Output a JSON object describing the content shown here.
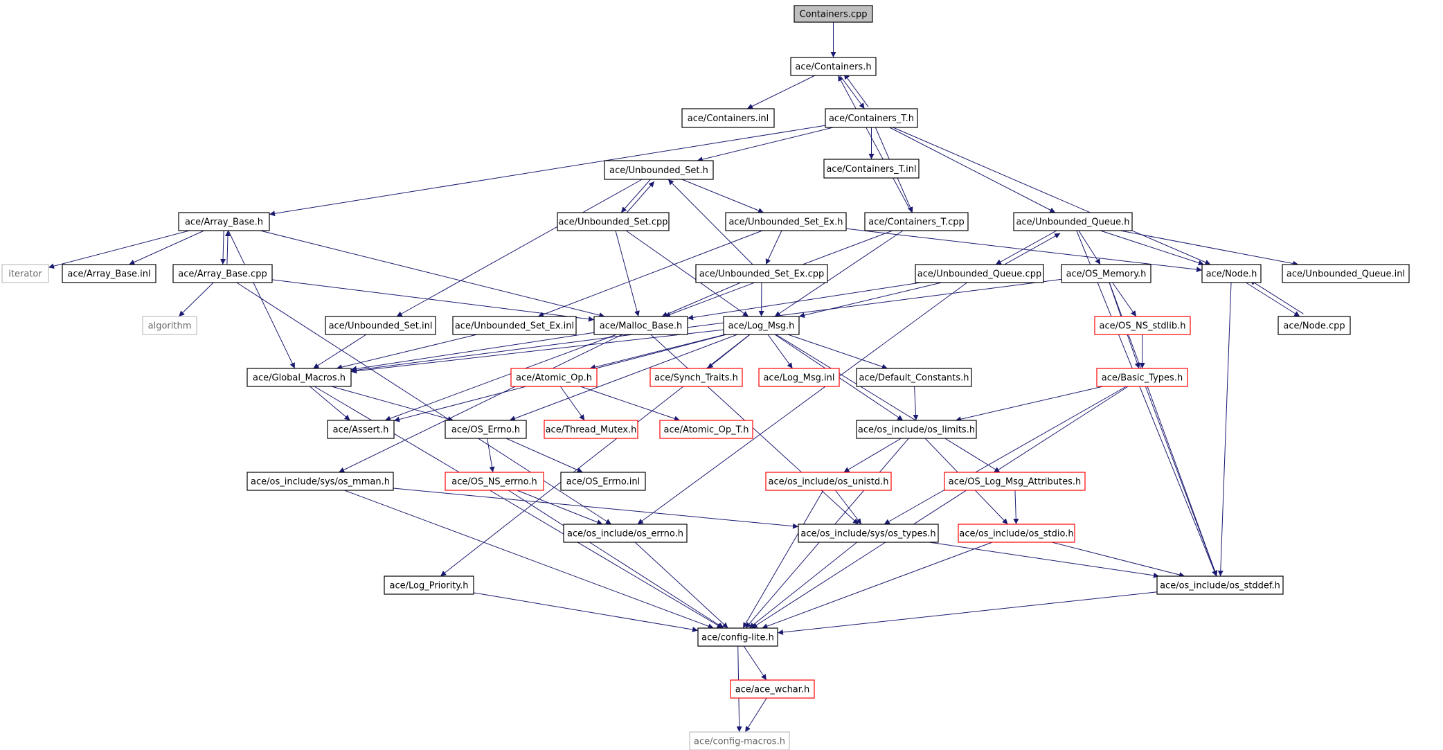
{
  "colors": {
    "edge": "#191970",
    "normal_border": "#000000",
    "missing_border": "#ff0000",
    "external_border": "#bfbfbf",
    "root_fill": "#bfbfbf",
    "text": "#000000",
    "external_text": "#666666"
  },
  "nodes": [
    {
      "id": "containers_cpp",
      "label": "Containers.cpp",
      "kind": "root"
    },
    {
      "id": "containers_h",
      "label": "ace/Containers.h",
      "kind": "normal"
    },
    {
      "id": "containers_inl",
      "label": "ace/Containers.inl",
      "kind": "normal"
    },
    {
      "id": "containers_t_h",
      "label": "ace/Containers_T.h",
      "kind": "normal"
    },
    {
      "id": "unbounded_set_h",
      "label": "ace/Unbounded_Set.h",
      "kind": "normal"
    },
    {
      "id": "containers_t_inl",
      "label": "ace/Containers_T.inl",
      "kind": "normal"
    },
    {
      "id": "array_base_h",
      "label": "ace/Array_Base.h",
      "kind": "normal"
    },
    {
      "id": "unbounded_set_cpp",
      "label": "ace/Unbounded_Set.cpp",
      "kind": "normal"
    },
    {
      "id": "unbounded_set_ex_h",
      "label": "ace/Unbounded_Set_Ex.h",
      "kind": "normal"
    },
    {
      "id": "containers_t_cpp",
      "label": "ace/Containers_T.cpp",
      "kind": "normal"
    },
    {
      "id": "unbounded_queue_h",
      "label": "ace/Unbounded_Queue.h",
      "kind": "normal"
    },
    {
      "id": "iterator",
      "label": "iterator",
      "kind": "external"
    },
    {
      "id": "array_base_inl",
      "label": "ace/Array_Base.inl",
      "kind": "normal"
    },
    {
      "id": "array_base_cpp",
      "label": "ace/Array_Base.cpp",
      "kind": "normal"
    },
    {
      "id": "unbounded_set_ex_cpp",
      "label": "ace/Unbounded_Set_Ex.cpp",
      "kind": "normal"
    },
    {
      "id": "unbounded_queue_cpp",
      "label": "ace/Unbounded_Queue.cpp",
      "kind": "normal"
    },
    {
      "id": "os_memory_h",
      "label": "ace/OS_Memory.h",
      "kind": "normal"
    },
    {
      "id": "node_h",
      "label": "ace/Node.h",
      "kind": "normal"
    },
    {
      "id": "unbounded_queue_inl",
      "label": "ace/Unbounded_Queue.inl",
      "kind": "normal"
    },
    {
      "id": "algorithm",
      "label": "algorithm",
      "kind": "external"
    },
    {
      "id": "unbounded_set_inl",
      "label": "ace/Unbounded_Set.inl",
      "kind": "normal"
    },
    {
      "id": "unbounded_set_ex_inl",
      "label": "ace/Unbounded_Set_Ex.inl",
      "kind": "normal"
    },
    {
      "id": "malloc_base_h",
      "label": "ace/Malloc_Base.h",
      "kind": "normal"
    },
    {
      "id": "log_msg_h",
      "label": "ace/Log_Msg.h",
      "kind": "normal"
    },
    {
      "id": "os_ns_stdlib_h",
      "label": "ace/OS_NS_stdlib.h",
      "kind": "missing"
    },
    {
      "id": "node_cpp",
      "label": "ace/Node.cpp",
      "kind": "normal"
    },
    {
      "id": "global_macros_h",
      "label": "ace/Global_Macros.h",
      "kind": "normal"
    },
    {
      "id": "atomic_op_h",
      "label": "ace/Atomic_Op.h",
      "kind": "missing"
    },
    {
      "id": "synch_traits_h",
      "label": "ace/Synch_Traits.h",
      "kind": "missing"
    },
    {
      "id": "log_msg_inl",
      "label": "ace/Log_Msg.inl",
      "kind": "missing"
    },
    {
      "id": "default_constants_h",
      "label": "ace/Default_Constants.h",
      "kind": "normal"
    },
    {
      "id": "basic_types_h",
      "label": "ace/Basic_Types.h",
      "kind": "missing"
    },
    {
      "id": "assert_h",
      "label": "ace/Assert.h",
      "kind": "normal"
    },
    {
      "id": "os_errno_h",
      "label": "ace/OS_Errno.h",
      "kind": "normal"
    },
    {
      "id": "thread_mutex_h",
      "label": "ace/Thread_Mutex.h",
      "kind": "missing"
    },
    {
      "id": "atomic_op_t_h",
      "label": "ace/Atomic_Op_T.h",
      "kind": "missing"
    },
    {
      "id": "os_limits_h",
      "label": "ace/os_include/os_limits.h",
      "kind": "normal"
    },
    {
      "id": "os_mman_h",
      "label": "ace/os_include/sys/os_mman.h",
      "kind": "normal"
    },
    {
      "id": "os_ns_errno_h",
      "label": "ace/OS_NS_errno.h",
      "kind": "missing"
    },
    {
      "id": "os_errno_inl",
      "label": "ace/OS_Errno.inl",
      "kind": "normal"
    },
    {
      "id": "os_unistd_h",
      "label": "ace/os_include/os_unistd.h",
      "kind": "missing"
    },
    {
      "id": "os_log_msg_attributes_h",
      "label": "ace/OS_Log_Msg_Attributes.h",
      "kind": "missing"
    },
    {
      "id": "os_errno_inc_h",
      "label": "ace/os_include/os_errno.h",
      "kind": "normal"
    },
    {
      "id": "os_types_h",
      "label": "ace/os_include/sys/os_types.h",
      "kind": "normal"
    },
    {
      "id": "os_stdio_h",
      "label": "ace/os_include/os_stdio.h",
      "kind": "missing"
    },
    {
      "id": "log_priority_h",
      "label": "ace/Log_Priority.h",
      "kind": "normal"
    },
    {
      "id": "os_stddef_h",
      "label": "ace/os_include/os_stddef.h",
      "kind": "normal"
    },
    {
      "id": "config_lite_h",
      "label": "ace/config-lite.h",
      "kind": "normal"
    },
    {
      "id": "ace_wchar_h",
      "label": "ace/ace_wchar.h",
      "kind": "missing"
    },
    {
      "id": "config_macros_h",
      "label": "ace/config-macros.h",
      "kind": "external"
    }
  ],
  "edges": [
    [
      "containers_cpp",
      "containers_h"
    ],
    [
      "containers_h",
      "containers_inl"
    ],
    [
      "containers_h",
      "containers_t_h"
    ],
    [
      "containers_t_h",
      "containers_h"
    ],
    [
      "containers_t_h",
      "unbounded_set_h"
    ],
    [
      "containers_t_h",
      "containers_t_inl"
    ],
    [
      "containers_t_h",
      "array_base_h"
    ],
    [
      "containers_t_h",
      "containers_t_cpp"
    ],
    [
      "containers_t_h",
      "unbounded_queue_h"
    ],
    [
      "containers_t_h",
      "node_h"
    ],
    [
      "unbounded_set_h",
      "unbounded_set_cpp"
    ],
    [
      "unbounded_set_cpp",
      "unbounded_set_h"
    ],
    [
      "unbounded_set_h",
      "unbounded_set_ex_h"
    ],
    [
      "unbounded_set_h",
      "unbounded_set_inl"
    ],
    [
      "unbounded_set_ex_h",
      "unbounded_set_ex_cpp"
    ],
    [
      "unbounded_set_ex_cpp",
      "unbounded_set_h"
    ],
    [
      "unbounded_set_ex_h",
      "unbounded_set_ex_inl"
    ],
    [
      "unbounded_set_ex_h",
      "node_h"
    ],
    [
      "unbounded_set_ex_cpp",
      "malloc_base_h"
    ],
    [
      "unbounded_set_ex_cpp",
      "log_msg_h"
    ],
    [
      "unbounded_set_cpp",
      "malloc_base_h"
    ],
    [
      "unbounded_set_cpp",
      "log_msg_h"
    ],
    [
      "array_base_h",
      "iterator"
    ],
    [
      "array_base_h",
      "array_base_inl"
    ],
    [
      "array_base_h",
      "array_base_cpp"
    ],
    [
      "array_base_cpp",
      "array_base_h"
    ],
    [
      "array_base_h",
      "global_macros_h"
    ],
    [
      "array_base_h",
      "malloc_base_h"
    ],
    [
      "array_base_cpp",
      "algorithm"
    ],
    [
      "array_base_cpp",
      "malloc_base_h"
    ],
    [
      "array_base_cpp",
      "os_errno_inc_h"
    ],
    [
      "containers_t_cpp",
      "containers_h"
    ],
    [
      "containers_t_cpp",
      "malloc_base_h"
    ],
    [
      "containers_t_cpp",
      "log_msg_h"
    ],
    [
      "unbounded_queue_h",
      "unbounded_queue_cpp"
    ],
    [
      "unbounded_queue_cpp",
      "unbounded_queue_h"
    ],
    [
      "unbounded_queue_h",
      "os_memory_h"
    ],
    [
      "unbounded_queue_h",
      "node_h"
    ],
    [
      "unbounded_queue_h",
      "unbounded_queue_inl"
    ],
    [
      "unbounded_queue_h",
      "os_stddef_h"
    ],
    [
      "unbounded_queue_cpp",
      "malloc_base_h"
    ],
    [
      "unbounded_queue_cpp",
      "log_msg_h"
    ],
    [
      "unbounded_queue_cpp",
      "os_errno_inc_h"
    ],
    [
      "os_memory_h",
      "os_ns_stdlib_h"
    ],
    [
      "os_memory_h",
      "basic_types_h"
    ],
    [
      "os_memory_h",
      "os_stddef_h"
    ],
    [
      "os_memory_h",
      "global_macros_h"
    ],
    [
      "os_ns_stdlib_h",
      "basic_types_h"
    ],
    [
      "node_h",
      "node_cpp"
    ],
    [
      "node_cpp",
      "node_h"
    ],
    [
      "node_h",
      "os_stddef_h"
    ],
    [
      "unbounded_set_inl",
      "global_macros_h"
    ],
    [
      "unbounded_set_ex_inl",
      "global_macros_h"
    ],
    [
      "malloc_base_h",
      "global_macros_h"
    ],
    [
      "malloc_base_h",
      "assert_h"
    ],
    [
      "malloc_base_h",
      "os_mman_h"
    ],
    [
      "malloc_base_h",
      "os_types_h"
    ],
    [
      "log_msg_h",
      "global_macros_h"
    ],
    [
      "log_msg_h",
      "atomic_op_h"
    ],
    [
      "log_msg_h",
      "synch_traits_h"
    ],
    [
      "log_msg_h",
      "log_msg_inl"
    ],
    [
      "log_msg_h",
      "default_constants_h"
    ],
    [
      "log_msg_h",
      "os_errno_h"
    ],
    [
      "log_msg_h",
      "os_limits_h"
    ],
    [
      "log_msg_h",
      "os_log_msg_attributes_h"
    ],
    [
      "log_msg_h",
      "log_priority_h"
    ],
    [
      "log_msg_h",
      "assert_h"
    ],
    [
      "global_macros_h",
      "assert_h"
    ],
    [
      "global_macros_h",
      "os_errno_h"
    ],
    [
      "global_macros_h",
      "config_lite_h"
    ],
    [
      "atomic_op_h",
      "thread_mutex_h"
    ],
    [
      "atomic_op_h",
      "atomic_op_t_h"
    ],
    [
      "default_constants_h",
      "os_limits_h"
    ],
    [
      "basic_types_h",
      "os_limits_h"
    ],
    [
      "basic_types_h",
      "os_types_h"
    ],
    [
      "basic_types_h",
      "os_stddef_h"
    ],
    [
      "basic_types_h",
      "config_lite_h"
    ],
    [
      "os_errno_h",
      "os_ns_errno_h"
    ],
    [
      "os_errno_h",
      "os_errno_inl"
    ],
    [
      "os_ns_errno_h",
      "os_errno_inc_h"
    ],
    [
      "os_ns_errno_h",
      "config_lite_h"
    ],
    [
      "os_limits_h",
      "os_unistd_h"
    ],
    [
      "os_limits_h",
      "os_stdio_h"
    ],
    [
      "os_limits_h",
      "config_lite_h"
    ],
    [
      "os_mman_h",
      "os_types_h"
    ],
    [
      "os_mman_h",
      "config_lite_h"
    ],
    [
      "os_unistd_h",
      "os_types_h"
    ],
    [
      "os_unistd_h",
      "config_lite_h"
    ],
    [
      "os_log_msg_attributes_h",
      "os_stdio_h"
    ],
    [
      "os_errno_inc_h",
      "config_lite_h"
    ],
    [
      "os_types_h",
      "os_stddef_h"
    ],
    [
      "os_types_h",
      "config_lite_h"
    ],
    [
      "os_stdio_h",
      "os_stddef_h"
    ],
    [
      "os_stdio_h",
      "config_lite_h"
    ],
    [
      "log_priority_h",
      "config_lite_h"
    ],
    [
      "os_stddef_h",
      "config_lite_h"
    ],
    [
      "config_lite_h",
      "ace_wchar_h"
    ],
    [
      "config_lite_h",
      "config_macros_h"
    ],
    [
      "ace_wchar_h",
      "config_macros_h"
    ]
  ]
}
